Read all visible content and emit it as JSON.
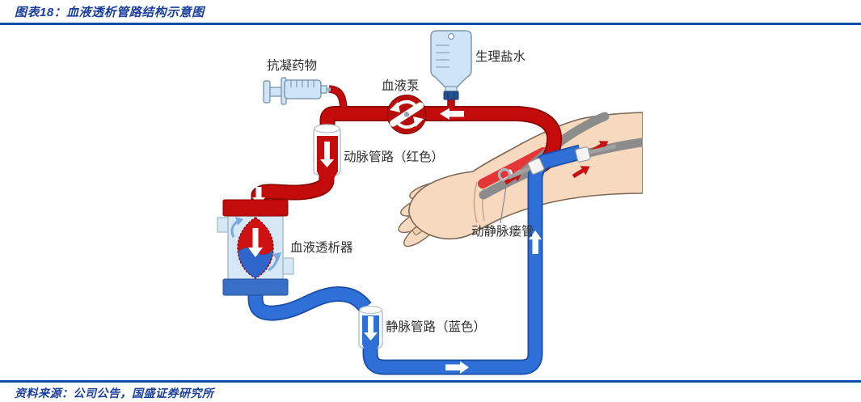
{
  "header": {
    "title": "图表18：血液透析管路结构示意图"
  },
  "footer": {
    "source": "资料来源：公司公告，国盛证券研究所"
  },
  "colors": {
    "title_blue": "#1a3f9d",
    "rule_blue": "#0f4ea6",
    "arterial_red": "#c40b0b",
    "artery_bright_red": "#e53636",
    "venous_blue": "#2e6fd8",
    "vein_grey": "#8c8c8c",
    "skin": "#f7d9bf",
    "device_light_blue": "#cfe5f7",
    "label_text": "#2e2e2e"
  },
  "diagram": {
    "labels": {
      "anticoagulant": "抗凝药物",
      "blood_pump": "血液泵",
      "saline": "生理盐水",
      "arterial_line": "动脉管路（红色）",
      "dialyzer": "血液透析器",
      "av_fistula": "动静脉瘘管",
      "venous_line": "静脉管路（蓝色）"
    }
  }
}
